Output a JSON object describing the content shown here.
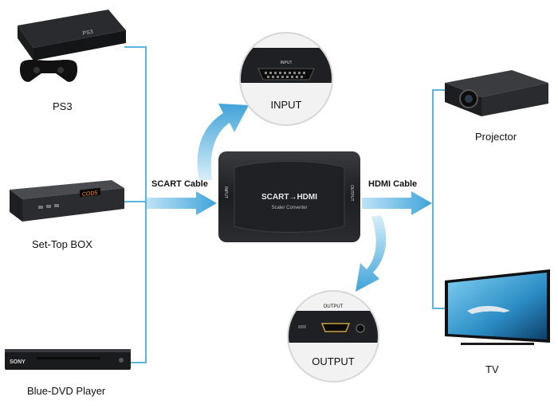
{
  "sources": [
    {
      "label": "PS3"
    },
    {
      "label": "Set-Top BOX"
    },
    {
      "label": "Blue-DVD Player"
    }
  ],
  "outputs": [
    {
      "label": "Projector"
    },
    {
      "label": "TV"
    }
  ],
  "cables": {
    "input_cable": "SCART Cable",
    "output_cable": "HDMI Cable"
  },
  "converter": {
    "brand_text": "SCART→HDMI",
    "subtitle": "Scaler Converter",
    "input_side_text": "INPUT",
    "output_side_text": "OUTPUT"
  },
  "zoom_input": {
    "caption": "INPUT",
    "port_text": "INPUT"
  },
  "zoom_output": {
    "caption": "OUTPUT",
    "port_text": "OUTPUT"
  },
  "device_text": {
    "stb_display": "COD5",
    "dvd_brand": "SONY"
  },
  "colors": {
    "connector_line": "#5ab4dc",
    "arrow": "#3fa3d8",
    "device_body": "#1e1f22"
  }
}
